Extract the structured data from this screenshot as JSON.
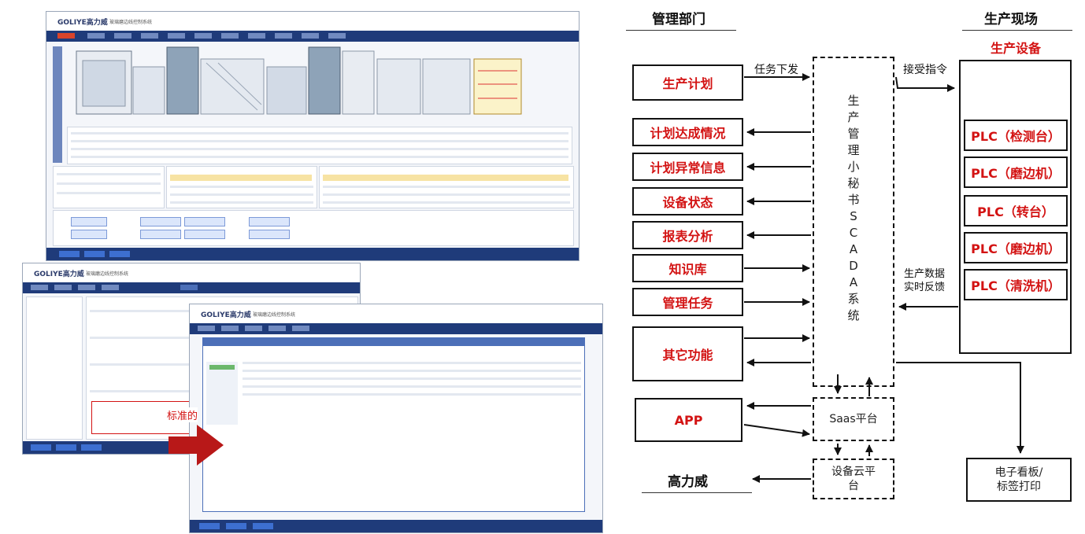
{
  "diagram": {
    "management_header": "管理部门",
    "production_header": "生产现场",
    "equipment_header": "生产设备",
    "left_modules": [
      "生产计划",
      "计划达成情况",
      "计划异常信息",
      "设备状态",
      "报表分析",
      "知识库",
      "管理任务",
      "其它功能"
    ],
    "center_system": [
      "生",
      "产",
      "管",
      "理",
      "小",
      "秘",
      "书",
      "S",
      "C",
      "A",
      "D",
      "A",
      "系",
      "统"
    ],
    "plc_units": [
      "PLC（检测台）",
      "PLC（磨边机）",
      "PLC（转台）",
      "PLC（磨边机）",
      "PLC（清洗机）"
    ],
    "arrow_task_dispatch": "任务下发",
    "arrow_receive_command": "接受指令",
    "arrow_feedback_line1": "生产数据",
    "arrow_feedback_line2": "实时反馈",
    "app_label": "APP",
    "saas_label": "Saas平台",
    "cloud_label_line1": "设备云平",
    "cloud_label_line2": "台",
    "gaoliwei_label": "高力威",
    "board_line1": "电子看板/",
    "board_line2": "标签打印"
  },
  "screenshots": {
    "brand": "GOLIYE高力威",
    "system_title": "玻璃磨边线控制系统",
    "overlay_text": "标准的"
  },
  "colors": {
    "accent_red": "#d31313",
    "nav_blue": "#1f3b7a",
    "arrow_dark_red": "#b81818"
  }
}
